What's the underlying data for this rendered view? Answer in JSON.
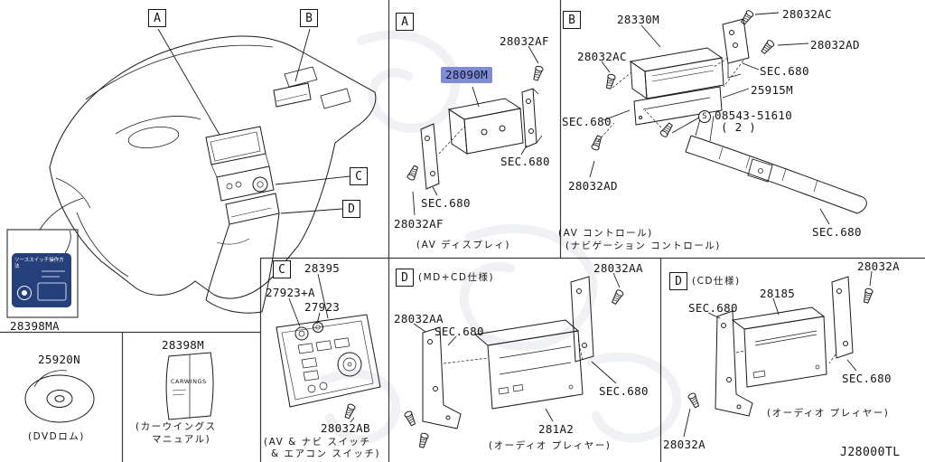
{
  "diagram_code": "J28000TL",
  "highlight_color": "#7f8bd3",
  "callouts": {
    "a": "A",
    "b": "B",
    "c": "C",
    "d": "D"
  },
  "overview": {
    "source_switch": {
      "part": "28398MA",
      "card_text": "ソーススイッチ操作方法"
    },
    "dvd": {
      "part": "25920N",
      "caption": "(DVDロム)"
    },
    "manual": {
      "part": "28398M",
      "cover_text": "CARWINGS",
      "caption_1": "(カーウイングス",
      "caption_2": "マニュアル)"
    }
  },
  "av_display": {
    "screw_top": "28032AF",
    "main_part": "28090M",
    "sec_right": "SEC.680",
    "sec_left": "SEC.680",
    "screw_bottom": "28032AF",
    "caption": "(AV ディスプレィ)"
  },
  "av_control": {
    "main_part": "28330M",
    "screw_a": "28032AC",
    "screw_b": "28032AD",
    "screw_c": "28032AC",
    "sec_top": "SEC.680",
    "deck_part": "25915M",
    "sec_left": "SEC.680",
    "s_symbol": "S",
    "s_part": "08543-51610",
    "s_qty": "( 2 )",
    "screw_d": "28032AD",
    "caption_1": "(AV コントロール)",
    "caption_2": "(ナビゲーション コントロール)",
    "sec_beam": "SEC.680"
  },
  "switch_panel": {
    "main_part": "28395",
    "knob_a": "27923+A",
    "knob_b": "27923",
    "screw": "28032AB",
    "caption_1": "(AV & ナビ スイッチ",
    "caption_2": "& エアコン スイッチ)"
  },
  "audio_md_cd": {
    "variant": "(MD+CD仕様)",
    "bracket_right": "28032AA",
    "bracket_left": "28032AA",
    "sec_left": "SEC.680",
    "sec_right": "SEC.680",
    "main_part": "281A2",
    "caption": "(オーディオ プレィヤー)"
  },
  "audio_cd": {
    "variant": "(CD仕様)",
    "bracket_right": "28032A",
    "main_part": "28185",
    "sec_left": "SEC.680",
    "sec_right": "SEC.680",
    "caption": "(オーディオ プレィヤー)",
    "bracket_left": "28032A"
  }
}
